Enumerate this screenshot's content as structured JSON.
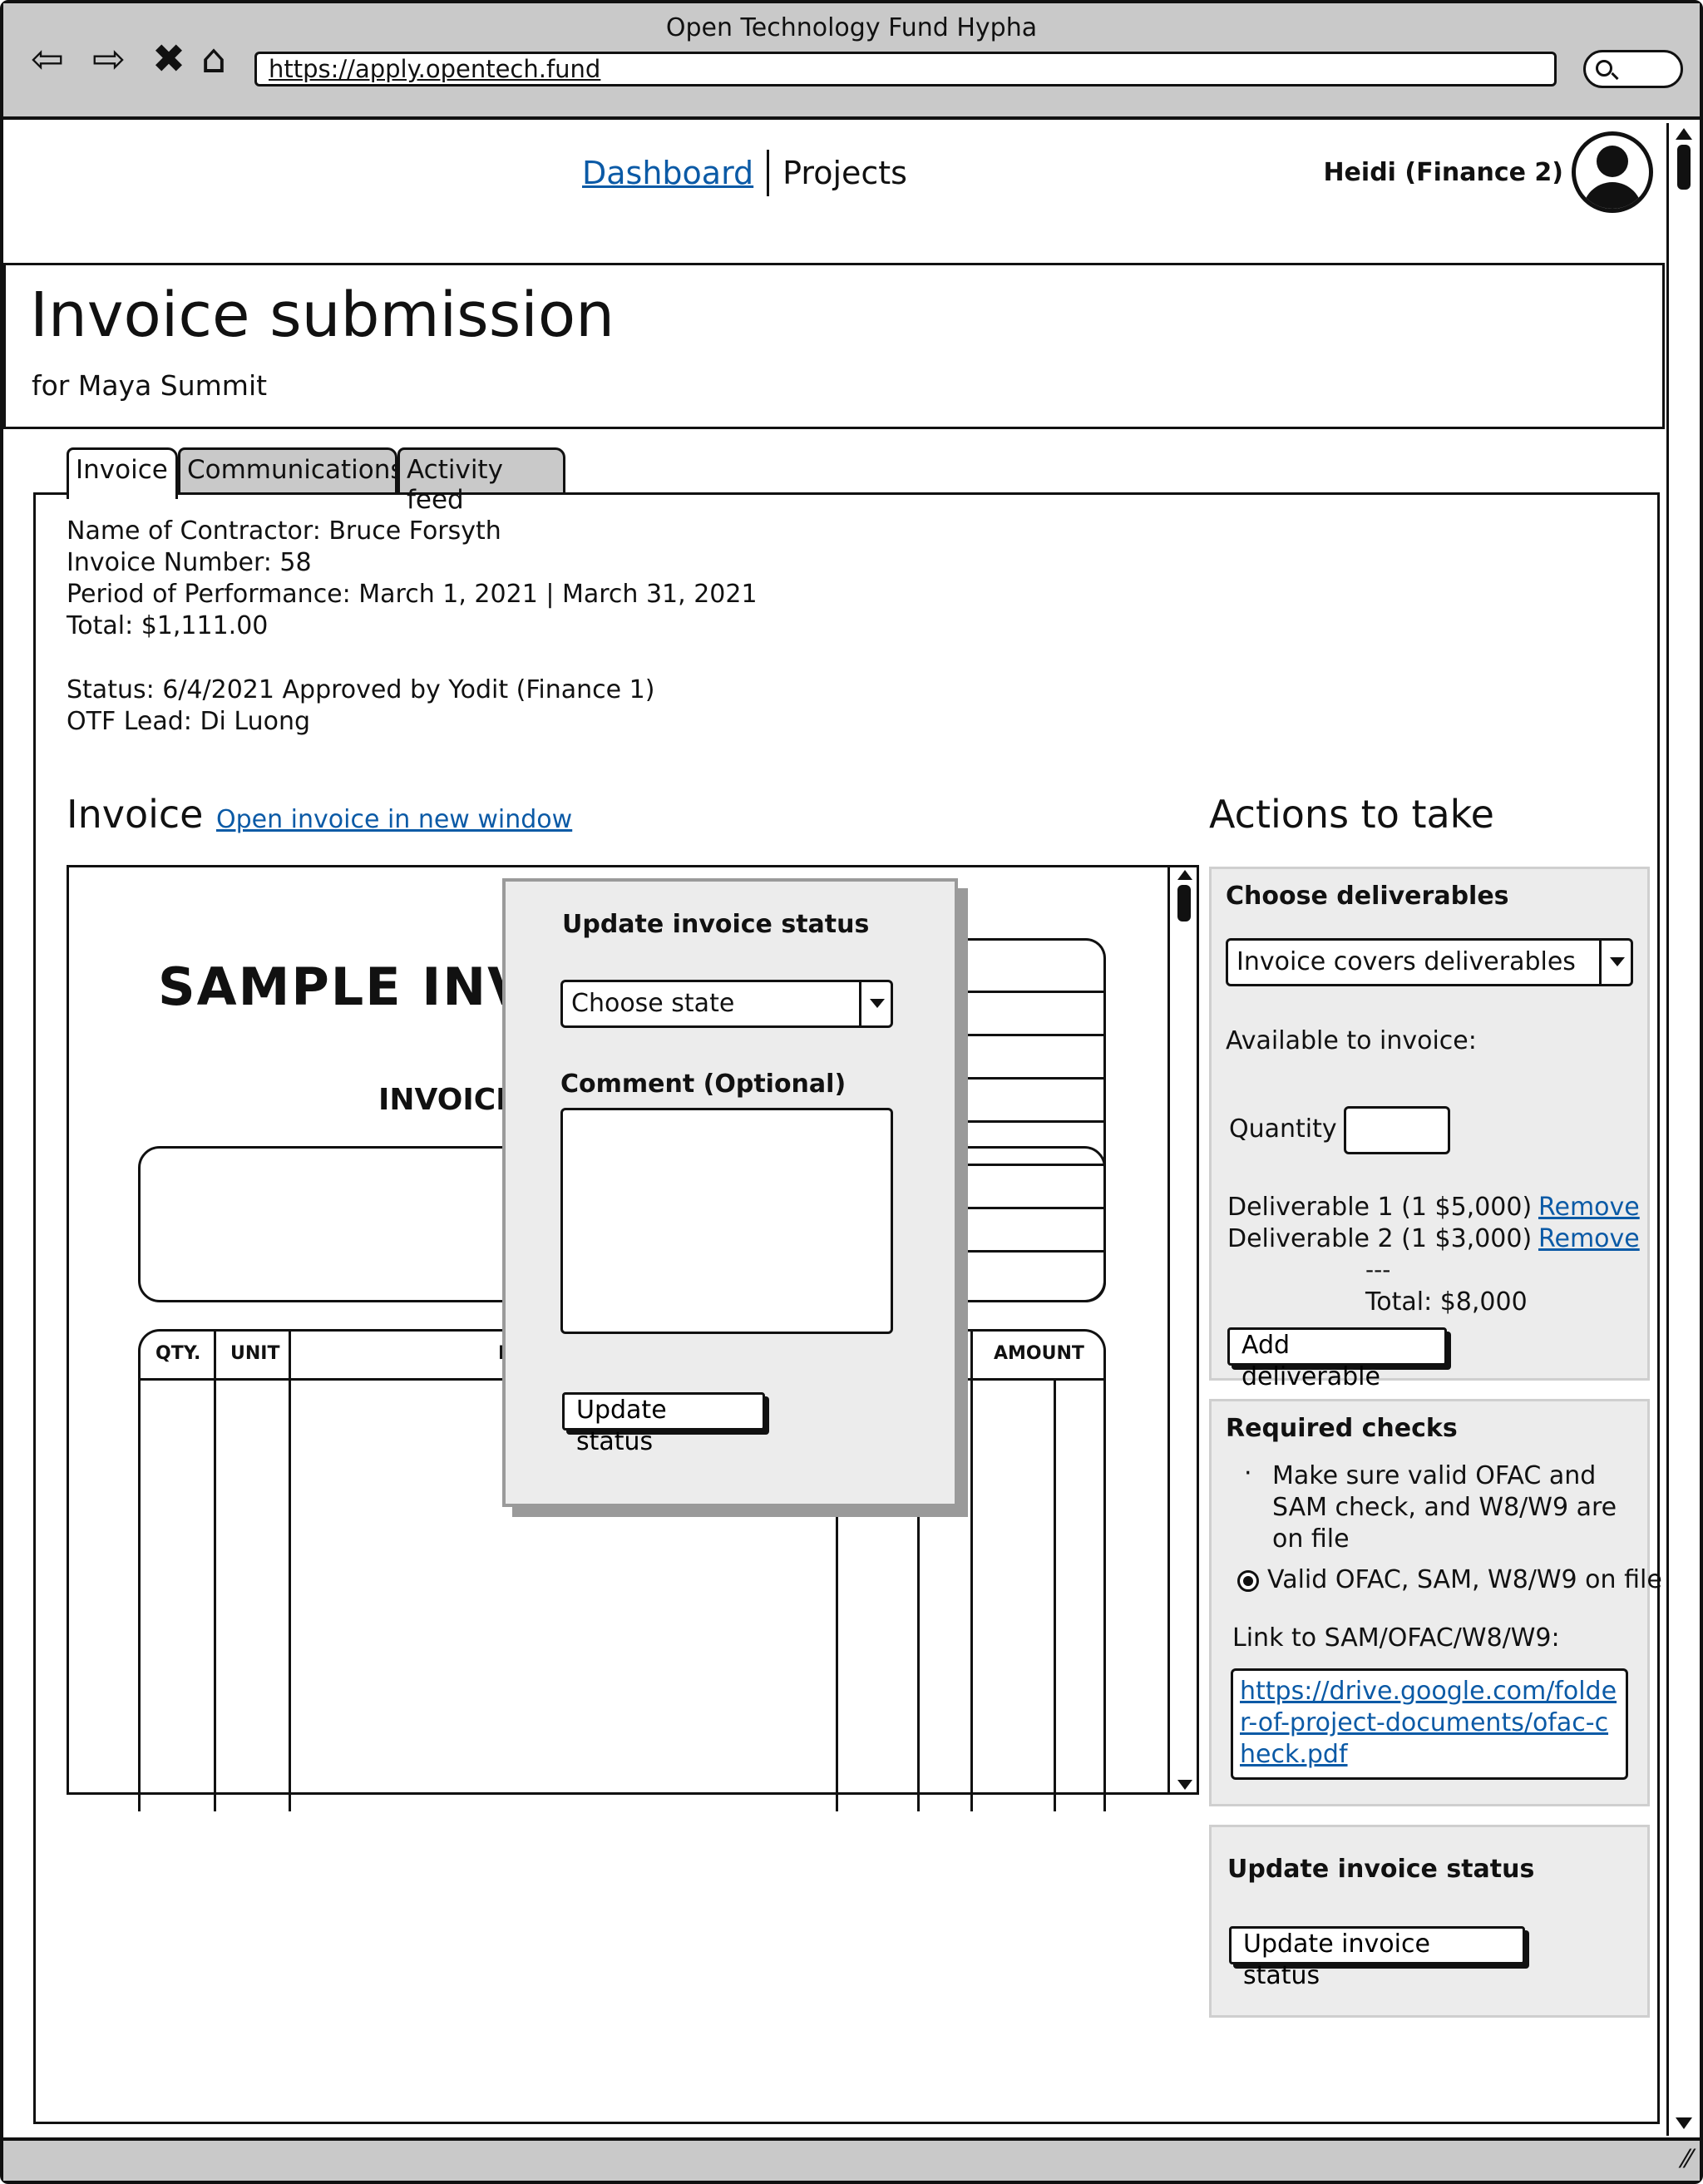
{
  "window": {
    "title": "Open Technology Fund Hypha",
    "url": "https://apply.opentech.fund"
  },
  "nav": {
    "dashboard": "Dashboard",
    "projects": "Projects",
    "user": "Heidi (Finance 2)"
  },
  "header": {
    "title": "Invoice submission",
    "subtitle": "for Maya Summit"
  },
  "tabs": [
    "Invoice",
    "Communications",
    "Activity feed"
  ],
  "info": {
    "contractor": "Name of Contractor: Bruce Forsyth",
    "number": "Invoice Number: 58",
    "period": "Period of Performance: March 1, 2021 | March 31, 2021",
    "total": "Total: $1,111.00",
    "status": "Status: 6/4/2021 Approved by Yodit (Finance 1)",
    "lead": "OTF Lead: Di Luong"
  },
  "invoice": {
    "heading": "Invoice",
    "open_link": "Open invoice in new window",
    "sample_title": "SAMPLE INVO",
    "label": "INVOICE",
    "columns": {
      "qty": "QTY.",
      "unit": "UNIT",
      "desc": "D",
      "amount": "AMOUNT"
    }
  },
  "modal": {
    "title": "Update invoice status",
    "select_value": "Choose state",
    "comment_label": "Comment (Optional)",
    "button": "Update status"
  },
  "actions": {
    "heading": "Actions to take",
    "deliverables": {
      "title": "Choose deliverables",
      "select_value": "Invoice covers deliverables",
      "available": "Available to invoice:",
      "quantity_label": "Quantity",
      "items": [
        {
          "label": "Deliverable 1  (1 $5,000)",
          "remove": "Remove"
        },
        {
          "label": "Deliverable 2  (1 $3,000)",
          "remove": "Remove"
        }
      ],
      "separator": "---",
      "total": "Total: $8,000",
      "add_button": "Add deliverable"
    },
    "checks": {
      "title": "Required checks",
      "bullet": "Make sure valid OFAC and SAM check, and W8/W9 are on file",
      "radio_label": "Valid OFAC, SAM, W8/W9 on file",
      "link_label": "Link to SAM/OFAC/W8/W9:",
      "link": "https://drive.google.com/folder-of-project-documents/ofac-check.pdf"
    },
    "update": {
      "title": "Update invoice status",
      "button": "Update invoice status"
    }
  }
}
